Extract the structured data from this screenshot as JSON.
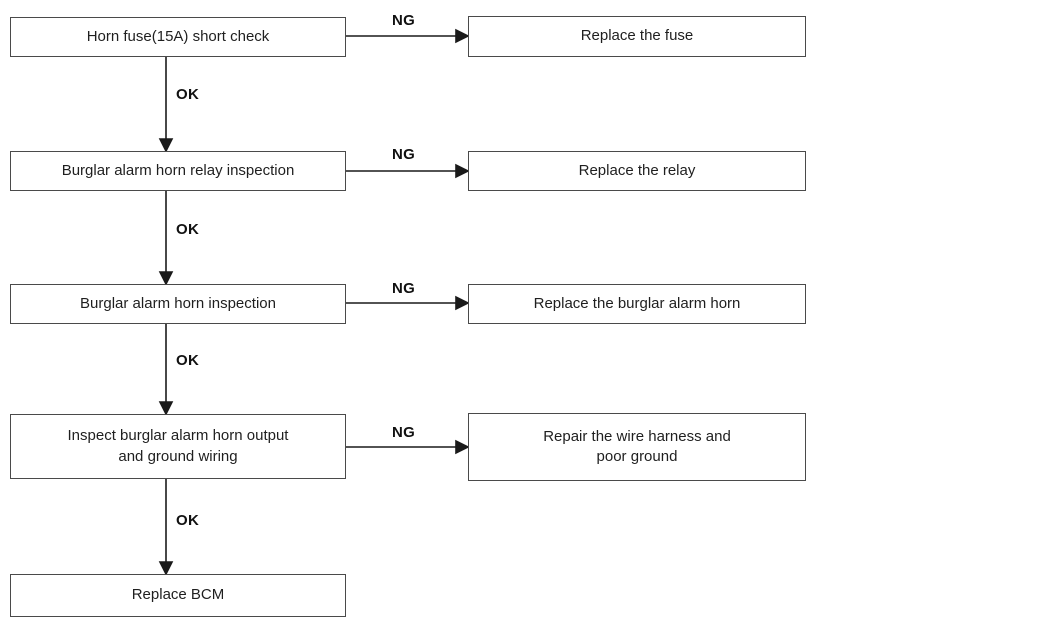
{
  "diagram": {
    "type": "flowchart",
    "steps": {
      "step1": "Horn fuse(15A) short check",
      "step2": "Burglar alarm horn relay inspection",
      "step3": "Burglar alarm horn inspection",
      "step4": "Inspect burglar alarm horn output\nand ground wiring",
      "step5": "Replace BCM"
    },
    "actions": {
      "action1": "Replace the fuse",
      "action2": "Replace the relay",
      "action3": "Replace the burglar alarm horn",
      "action4": "Repair the wire harness and\npoor ground"
    },
    "edge_labels": {
      "ok": "OK",
      "ng": "NG"
    },
    "flow": [
      {
        "from": "step1",
        "ng": "action1",
        "ok": "step2"
      },
      {
        "from": "step2",
        "ng": "action2",
        "ok": "step3"
      },
      {
        "from": "step3",
        "ng": "action3",
        "ok": "step4"
      },
      {
        "from": "step4",
        "ng": "action4",
        "ok": "step5"
      }
    ],
    "colors": {
      "background": "#ffffff",
      "box_border": "#4a4a4a",
      "line": "#1a1a1a",
      "text": "#1f1f1f"
    }
  }
}
